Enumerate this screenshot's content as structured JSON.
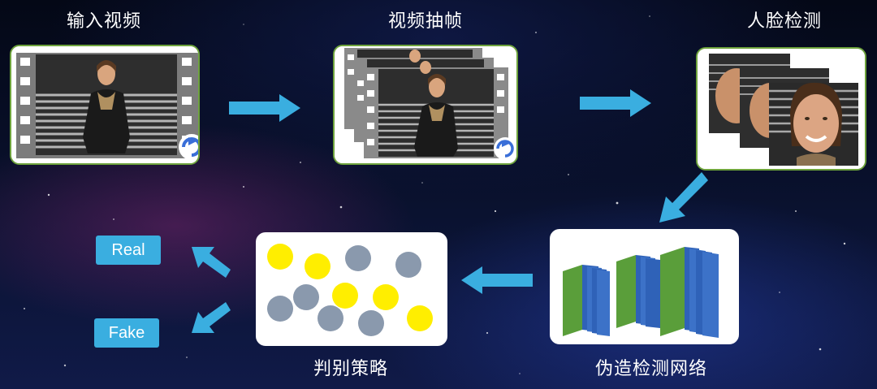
{
  "steps": {
    "input_video": "输入视频",
    "frame_extract": "视频抽帧",
    "face_detect": "人脸检测",
    "forgery_net": "伪造检测网络",
    "decision": "判别策略"
  },
  "outputs": {
    "real": "Real",
    "fake": "Fake"
  },
  "colors": {
    "arrow": "#3aaee0",
    "card_border": "#6ea33c",
    "yellow_dot": "#ffee00",
    "gray_dot": "#8a99ad",
    "layer_green": "#5a9e3a",
    "layer_blue": "#2f62b8"
  },
  "icons": [
    "film-strip-icon",
    "refresh-badge-icon",
    "cnn-layers-icon",
    "arrow-icon"
  ]
}
